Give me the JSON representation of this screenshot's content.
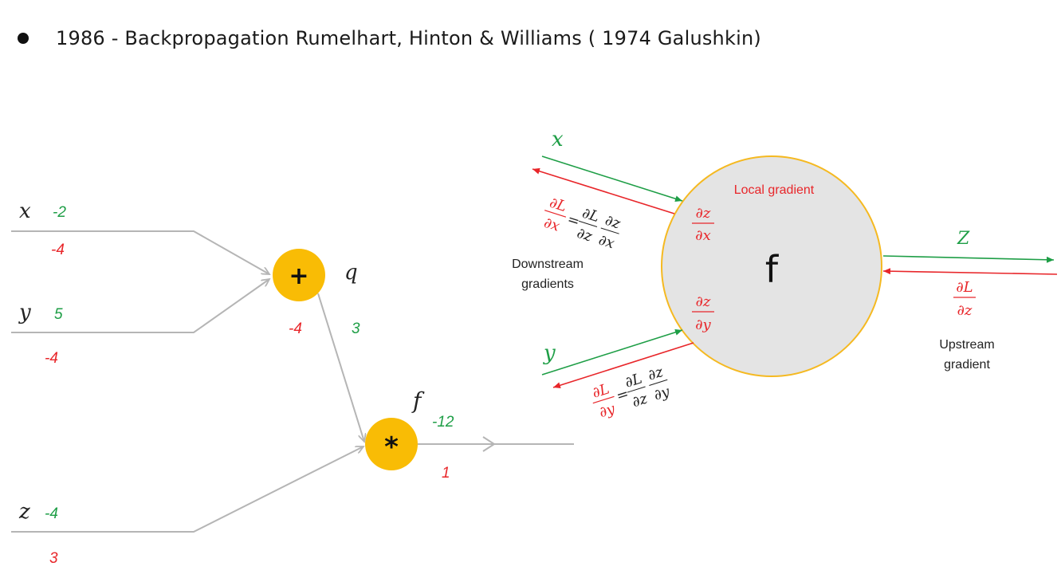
{
  "heading": {
    "text": "1986 - Backpropagation Rumelhart, Hinton & Williams ( 1974 Galushkin)"
  },
  "left_graph": {
    "x": {
      "name": "x",
      "forward": "-2",
      "grad": "-4"
    },
    "y": {
      "name": "y",
      "forward": "5",
      "grad": "-4"
    },
    "z": {
      "name": "z",
      "forward": "-4",
      "grad": "3"
    },
    "plus_node": {
      "symbol": "+",
      "name": "q",
      "grad": "-4",
      "forward": "3"
    },
    "mul_node": {
      "symbol": "*",
      "name": "f",
      "forward": "-12",
      "grad": "1"
    }
  },
  "right_graph": {
    "node_label": "f",
    "local_gradient_label": "Local gradient",
    "dzdx": {
      "num": "∂z",
      "den": "∂x"
    },
    "dzdy": {
      "num": "∂z",
      "den": "∂y"
    },
    "x_label": "x",
    "y_label": "y",
    "z_label": "Z",
    "dLdz": {
      "num": "∂L",
      "den": "∂z"
    },
    "downstream_label_1": "Downstream",
    "downstream_label_2": "gradients",
    "upstream_label_1": "Upstream",
    "upstream_label_2": "gradient",
    "eq_x": {
      "lhs_num": "∂L",
      "lhs_den": "∂x",
      "eq": "=",
      "r1_num": "∂L",
      "r1_den": "∂z",
      "r2_num": "∂z",
      "r2_den": "∂x"
    },
    "eq_y": {
      "lhs_num": "∂L",
      "lhs_den": "∂y",
      "eq": "=",
      "r1_num": "∂L",
      "r1_den": "∂z",
      "r2_num": "∂z",
      "r2_den": "∂y"
    }
  },
  "colors": {
    "forward": "#1e9e46",
    "backward": "#e8262a",
    "node": "#f9bc05",
    "circle_fill": "#e4e4e4",
    "circle_stroke": "#f5b921",
    "edge": "#b5b5b5"
  }
}
